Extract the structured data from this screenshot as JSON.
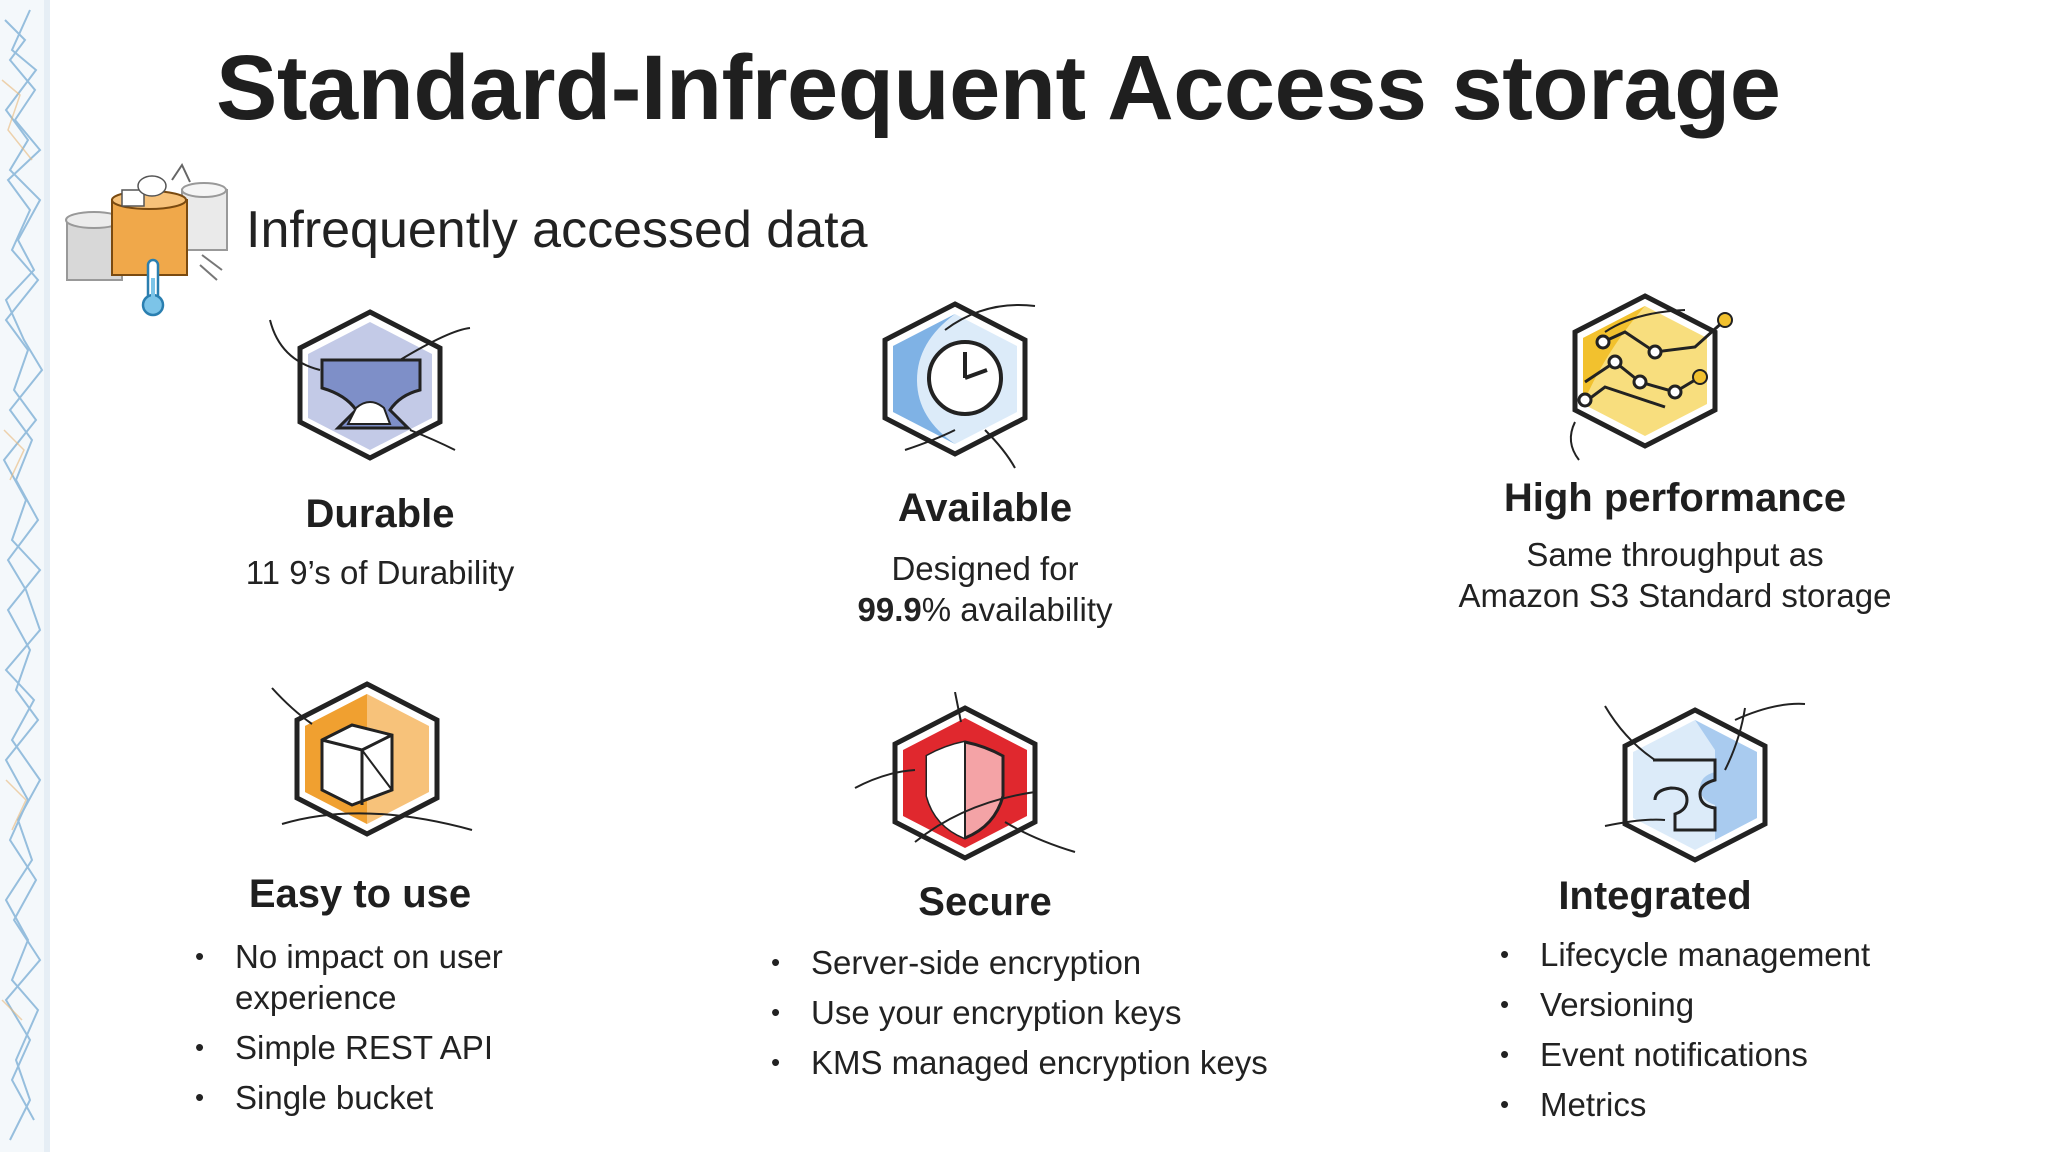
{
  "slide": {
    "title": "Standard-Infrequent Access storage",
    "subtitle": "Infrequently accessed data"
  },
  "features": {
    "durable": {
      "title": "Durable",
      "desc_line1": "11 9’s of Durability",
      "icon": "anvil-hexagon-icon",
      "color": "#7E8FC8"
    },
    "available": {
      "title": "Available",
      "desc_line1": "Designed for",
      "desc_bold": "99.9",
      "desc_rest": "% availability",
      "icon": "clock-hexagon-icon",
      "color": "#7FB2E5"
    },
    "performance": {
      "title": "High performance",
      "desc_line1": "Same throughput as",
      "desc_line2": "Amazon S3 Standard storage",
      "icon": "network-hexagon-icon",
      "color": "#F2C12E"
    },
    "easy": {
      "title": "Easy to use",
      "bullets": [
        "No impact on user",
        "experience",
        "Simple REST API",
        "Single bucket"
      ],
      "icon": "box-hexagon-icon",
      "color": "#F0A030"
    },
    "secure": {
      "title": "Secure",
      "bullets": [
        "Server-side encryption",
        "Use your encryption keys",
        "KMS managed encryption keys"
      ],
      "icon": "shield-hexagon-icon",
      "color": "#E0282E"
    },
    "integrated": {
      "title": "Integrated",
      "bullets": [
        "Lifecycle management",
        "Versioning",
        "Event notifications",
        "Metrics"
      ],
      "icon": "puzzle-hexagon-icon",
      "color": "#A9CBEF"
    }
  },
  "bullet_char": "•"
}
